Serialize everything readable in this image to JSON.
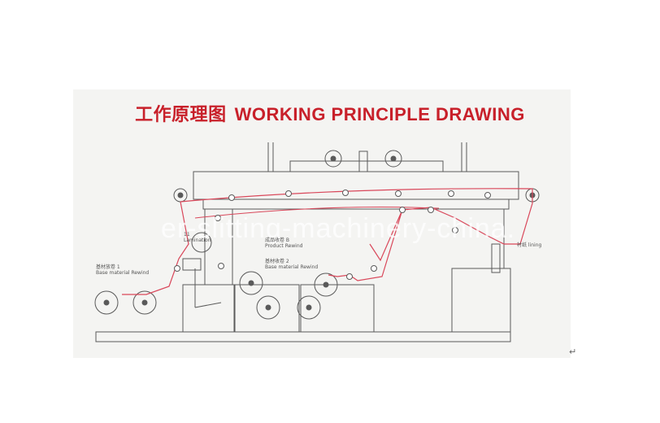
{
  "title": {
    "cn": "工作原理图",
    "en": "WORKING PRINCIPLE DRAWING"
  },
  "labels": {
    "lamination": {
      "cn": "11",
      "en": "Lamination"
    },
    "product_rewind": {
      "cn": "成品收卷 B",
      "en": "Product Rewind"
    },
    "base_rewind": {
      "cn": "基材收卷 2",
      "en": "Base material Rewind"
    },
    "base_unwind": {
      "cn": "基材放卷 1",
      "en": "Base material Rewind"
    },
    "lining": {
      "en": "衬纸 lining"
    }
  },
  "watermark": "er-slitting-machinery-china.",
  "return_mark": "↵",
  "colors": {
    "title": "#c8202a",
    "web_path": "#d9475a",
    "line": "#5a5a5a",
    "panel": "#f4f4f2"
  }
}
